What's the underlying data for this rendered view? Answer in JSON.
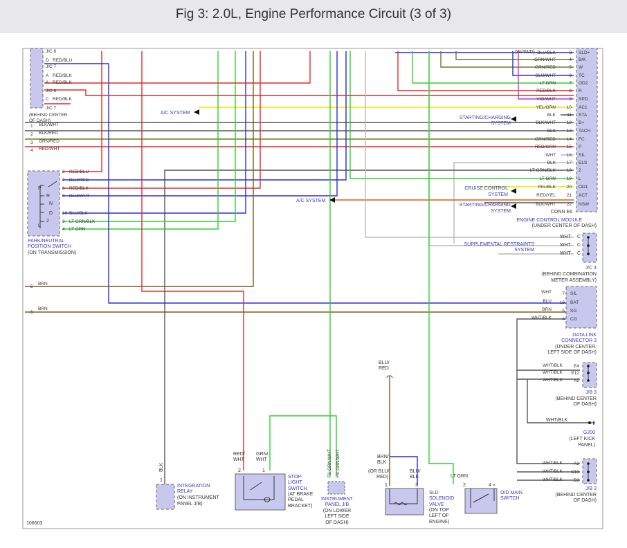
{
  "title": "Fig 3: 2.0L, Engine Performance Circuit (3 of 3)",
  "figure_id": "106603",
  "colors": {
    "blue": "#2b2bd6",
    "red": "#e02a2a",
    "green": "#2fd12f",
    "brown": "#7a5a1a",
    "olive": "#6b7a2a",
    "yellow": "#e8e800",
    "gray": "#b8b8b8",
    "violet": "#cc33cc",
    "orange": "#e05a10",
    "darkgray": "#555555",
    "label": "#3b3bb5",
    "box": "#c8c8ee"
  },
  "ecm": {
    "name": "ENGINE CONTROL MODULE",
    "loc": "(UNDER CENTER OF DASH)",
    "conn": "CONN E6",
    "variant": "(W/4WD)",
    "pins": [
      {
        "wire": "BLU/BLK",
        "num": "3",
        "sig": "SLD+"
      },
      {
        "wire": "GRN/WHT",
        "num": "4",
        "sig": "B/K"
      },
      {
        "wire": "GRN/RED",
        "num": "5",
        "sig": "W"
      },
      {
        "wire": "BLU/WHT",
        "num": "6",
        "sig": "TC"
      },
      {
        "wire": "LT GRN",
        "num": "7",
        "sig": "OD2"
      },
      {
        "wire": "RED/BLK",
        "num": "8",
        "sig": "R"
      },
      {
        "wire": "VIO/WHT",
        "num": "9",
        "sig": "SPD"
      },
      {
        "wire": "YEL/GRN",
        "num": "10",
        "sig": "AC1"
      },
      {
        "wire": "BLK",
        "num": "11",
        "sig": "STA"
      },
      {
        "wire": "BLK/WHT",
        "num": "12",
        "sig": "B+"
      },
      {
        "wire": "BLK",
        "num": "13",
        "sig": "TACH"
      },
      {
        "wire": "GRN/RED",
        "num": "14",
        "sig": "FC"
      },
      {
        "wire": "RED/GRN",
        "num": "15",
        "sig": "P"
      },
      {
        "wire": "WHT",
        "num": "16",
        "sig": "SIL"
      },
      {
        "wire": "BLK",
        "num": "17",
        "sig": "ELS"
      },
      {
        "wire": "LT GRN/BLK",
        "num": "18",
        "sig": "2"
      },
      {
        "wire": "LT GRN",
        "num": "19",
        "sig": "L"
      },
      {
        "wire": "YEL/BLK",
        "num": "20",
        "sig": "OD1"
      },
      {
        "wire": "RED/YEL",
        "num": "21",
        "sig": "ACT"
      },
      {
        "wire": "BLK/WHT",
        "num": "22",
        "sig": "NSW"
      }
    ]
  },
  "jc7": {
    "items": [
      {
        "pin": "J/C 6",
        "wire": ""
      },
      {
        "pin": "D",
        "wire": "RED/BLU"
      },
      {
        "pin": "J/C 7",
        "wire": ""
      },
      {
        "pin": "A",
        "wire": "RED/BLK"
      },
      {
        "pin": "A",
        "wire": "RED/BLK"
      },
      {
        "pin": "J/C 6",
        "wire": ""
      },
      {
        "pin": "C",
        "wire": "RED/BLK"
      },
      {
        "pin": "J/C 7",
        "wire": ""
      }
    ],
    "loc1": "(BEHIND CENTER",
    "loc2": "OF DASH)"
  },
  "left_refs": [
    {
      "n": "1",
      "wire": "BLK/WHT"
    },
    {
      "n": "2",
      "wire": "BLK/RED"
    },
    {
      "n": "3",
      "wire": "GRN/RED"
    },
    {
      "n": "4",
      "wire": "RED/WHT"
    }
  ],
  "pnp": {
    "name1": "PARK/NEUTRAL",
    "name2": "POSITION SWITCH",
    "loc": "(ON TRANSMISSION)",
    "pins": [
      {
        "num": "2",
        "wire": "RED/BLU"
      },
      {
        "num": "7",
        "wire": "BLU/RED"
      },
      {
        "num": "8",
        "wire": "RED/BLK"
      },
      {
        "num": "9",
        "wire": "BLU/WHT"
      },
      {
        "num": "10",
        "wire": "BLU/BLK"
      },
      {
        "num": "3",
        "wire": "LT GRN/BLK"
      },
      {
        "num": "4",
        "wire": "LT GRN"
      }
    ],
    "positions": [
      "P",
      "R",
      "N",
      "D",
      "2",
      "L"
    ]
  },
  "refs_lower": [
    {
      "n": "5",
      "wire": "BRN"
    },
    {
      "n": "6",
      "wire": "BRN"
    }
  ],
  "systems": {
    "ac1": "A/C SYSTEM",
    "ac2": "A/C SYSTEM",
    "start1a": "STARTING/CHARGING",
    "start1b": "SYSTEM",
    "cruise_a": "CRUISE CONTROL",
    "cruise_b": "SYSTEM",
    "start2a": "STARTING/CHARGING",
    "start2b": "SYSTEM",
    "srs_a": "SUPPLEMENTAL RESTRAINTS",
    "srs_b": "SYSTEM"
  },
  "jc4": {
    "wires": [
      "WHT",
      "WHT",
      "WHT"
    ],
    "pins": [
      "C",
      "C",
      "C"
    ],
    "name": "J/C 4",
    "loc1": "(BEHIND COMBINATION",
    "loc2": "METER ASSEMBLY)"
  },
  "dlc3": {
    "pins": [
      {
        "wire": "WHT",
        "num": "7",
        "sig": "SIL"
      },
      {
        "wire": "BLU",
        "num": "16",
        "sig": "BAT"
      },
      {
        "wire": "BRN",
        "num": "5",
        "sig": "SG"
      },
      {
        "wire": "WHT/BLK",
        "num": "4",
        "sig": "CG"
      }
    ],
    "name1": "DATA LINK",
    "name2": "CONNECTOR 3",
    "loc1": "(UNDER CENTER,",
    "loc2": "LEFT SIDE OF DASH)"
  },
  "jb3a": {
    "pins": [
      {
        "wire": "WHT/BLK",
        "num": "E4"
      },
      {
        "wire": "WHT/BLK",
        "num": "E12"
      },
      {
        "wire": "WHT/BLK",
        "num": "A5"
      }
    ],
    "name": "J/B 3",
    "loc1": "(BEHIND CENTER",
    "loc2": "OF DASH)"
  },
  "g200": {
    "wire": "WHT/BLK",
    "name": "G200",
    "loc1": "(LEFT KICK",
    "loc2": "PANEL)"
  },
  "jb3b": {
    "pins": [
      {
        "wire": "WHT/BLK",
        "num": "A3"
      },
      {
        "wire": "WHT/BLK",
        "num": "C19"
      },
      {
        "wire": "WHT/BLK",
        "num": "D3"
      }
    ],
    "name": "J/B 3",
    "loc1": "(BEHIND CENTER",
    "loc2": "OF DASH)"
  },
  "relay": {
    "name1": "INTEGRATION",
    "name2": "RELAY",
    "loc1": "(ON INSTRUMENT",
    "loc2": "PANEL J/B)",
    "wire": "BLK",
    "pin": "1"
  },
  "stop": {
    "wire1a": "RED/",
    "wire1b": "WHT",
    "wire2a": "GRN/",
    "wire2b": "WHT",
    "pin1": "2",
    "pin2": "1",
    "name1": "STOP-",
    "name2": "LIGHT",
    "name3": "SWITCH",
    "loc1": "(AT BRAKE",
    "loc2": "PEDAL",
    "loc3": "BRACKET)"
  },
  "ipjb": {
    "wire1": "GRN/WHT",
    "pin1": "F6",
    "wire2": "GRN/WHT",
    "pin2": "F8",
    "name1": "INSTRUMENT",
    "name2": "PANEL J/B",
    "loc1": "(ON LOWER",
    "loc2": "LEFT SIDE",
    "loc3": "OF DASH)"
  },
  "sld": {
    "top_wire1": "BLU/",
    "top_wire2": "RED",
    "wire1a": "BRN/",
    "wire1b": "BLK",
    "alt1": "(OR BLU/",
    "alt2": "RED)",
    "wire2a": "BLU/",
    "wire2b": "BLK",
    "pin1": "1",
    "pin2": "3",
    "name1": "SLD",
    "name2": "SOLENOID",
    "name3": "VALVE",
    "loc1": "(ON TOP",
    "loc2": "LEFT OF",
    "loc3": "ENGINE)"
  },
  "od": {
    "wire": "LT GRN",
    "pin1": "2",
    "pin2": "4",
    "name1": "O/D MAIN",
    "name2": "SWITCH"
  }
}
